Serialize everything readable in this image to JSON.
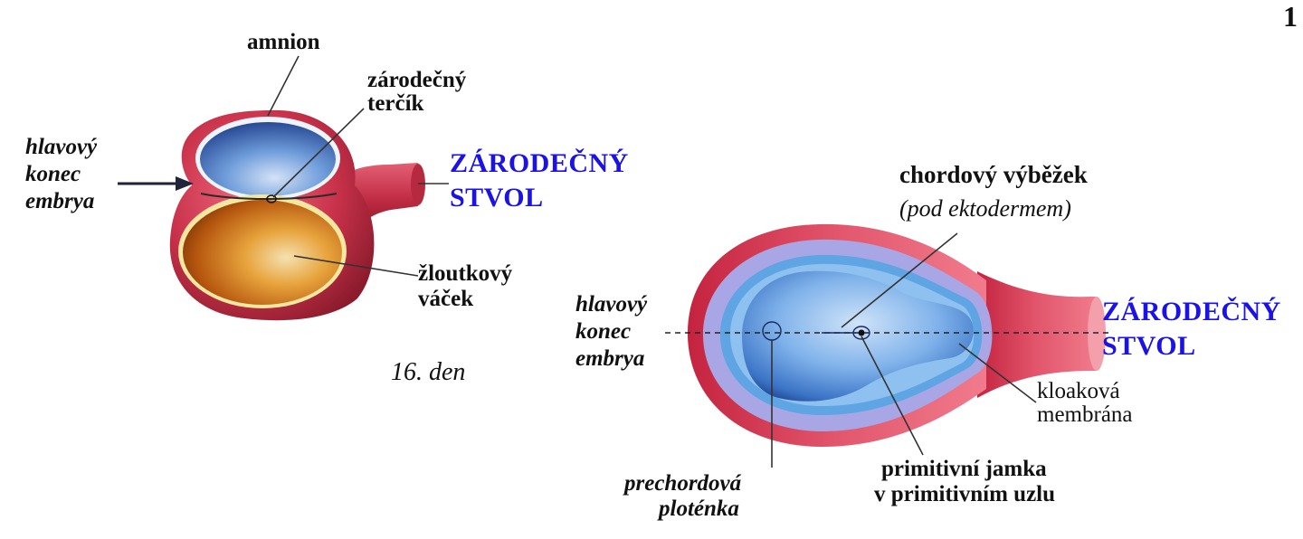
{
  "page_number": "1",
  "left_figure": {
    "amnion": "amnion",
    "germ_disc": [
      "zárodečný",
      "terčík"
    ],
    "head_end": [
      "hlavový",
      "konec",
      "embrya"
    ],
    "stalk": [
      "ZÁRODEČNÝ",
      "STVOL"
    ],
    "yolk_sac": [
      "žloutkový",
      "váček"
    ],
    "day": "16. den"
  },
  "right_figure": {
    "notochord_process": "chordový výběžek",
    "under_ectoderm": "(pod ektodermem)",
    "head_end": [
      "hlavový",
      "konec",
      "embrya"
    ],
    "stalk": [
      "ZÁRODEČNÝ",
      "STVOL"
    ],
    "cloacal_membrane": [
      "kloaková",
      "membrána"
    ],
    "prechordal_plate": [
      "prechordová",
      "ploténka"
    ],
    "primitive_pit": [
      "primitivní jamka",
      "v primitivním uzlu"
    ]
  },
  "colors": {
    "label_blue": "#1a12e6",
    "tissue_red": "#c8314a",
    "amnion_blue": "#2f5fb8",
    "yolk_orange": "#d9801c",
    "disc_blue": "#4f8fd9"
  }
}
